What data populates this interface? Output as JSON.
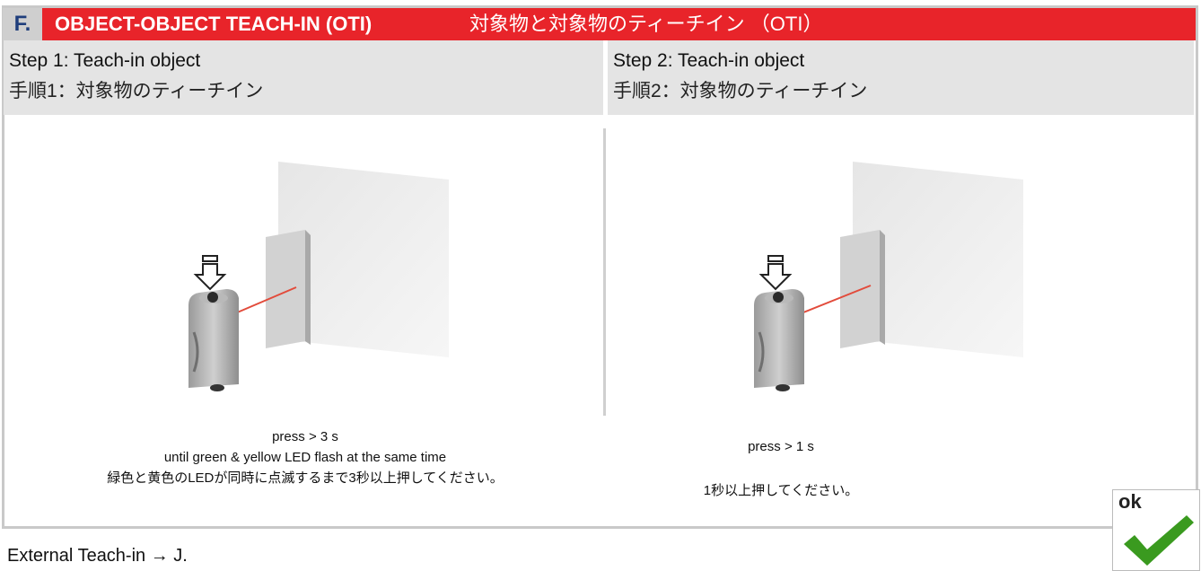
{
  "header": {
    "letter": "F.",
    "title_en": "OBJECT-OBJECT TEACH-IN (OTI)",
    "title_jp": "対象物と対象物のティーチイン （OTI）"
  },
  "step1": {
    "title_en": "Step 1: Teach-in object",
    "title_jp": "手順1：対象物のティーチイン",
    "caption_line1": "press > 3 s",
    "caption_line2": "until green & yellow LED flash at the same time",
    "caption_line3": "緑色と黄色のLEDが同時に点滅するまで3秒以上押してください。"
  },
  "step2": {
    "title_en": "Step 2: Teach-in object",
    "title_jp": "手順2：対象物のティーチイン",
    "caption_line1": "press > 1 s",
    "caption_line2": "1秒以上押してください。"
  },
  "footer": {
    "text": "External Teach-in → J."
  },
  "ok_badge": {
    "label": "ok",
    "icon": "checkmark-icon",
    "check_color": "#3a9a1f"
  },
  "colors": {
    "header_red": "#e8242a",
    "letter_blue": "#1f3e7c",
    "panel_gray": "#e4e4e4",
    "laser_red": "#e24b3b"
  }
}
